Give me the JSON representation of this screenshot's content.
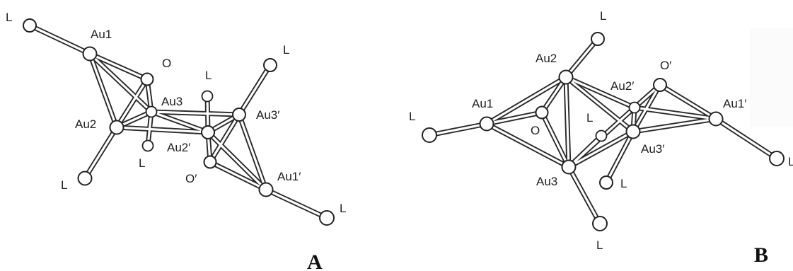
{
  "panels": [
    {
      "id": "A",
      "label": "A",
      "atoms": {
        "L_top": "L",
        "Au1": "Au1",
        "O": "O",
        "L_mid": "L",
        "Au3": "Au3",
        "L_right": "L",
        "Au2": "Au2",
        "Au3p": "Au3′",
        "L_under": "L",
        "Au2p": "Au2′",
        "L_bottom": "L",
        "Op": "O′",
        "Au1p": "Au1′",
        "L_br": "L"
      }
    },
    {
      "id": "B",
      "label": "B",
      "atoms": {
        "L_top": "L",
        "Au2": "Au2",
        "Op": "O′",
        "Au2p": "Au2′",
        "Au1": "Au1",
        "Au1p": "Au1′",
        "L_left": "L",
        "O": "O",
        "L_mid": "L",
        "Au3p": "Au3′",
        "L_right": "L",
        "Au3": "Au3",
        "L_low": "L",
        "L_bottom": "L"
      }
    }
  ],
  "colors": {
    "bond": "#2a2a2a",
    "background": "#ffffff"
  }
}
